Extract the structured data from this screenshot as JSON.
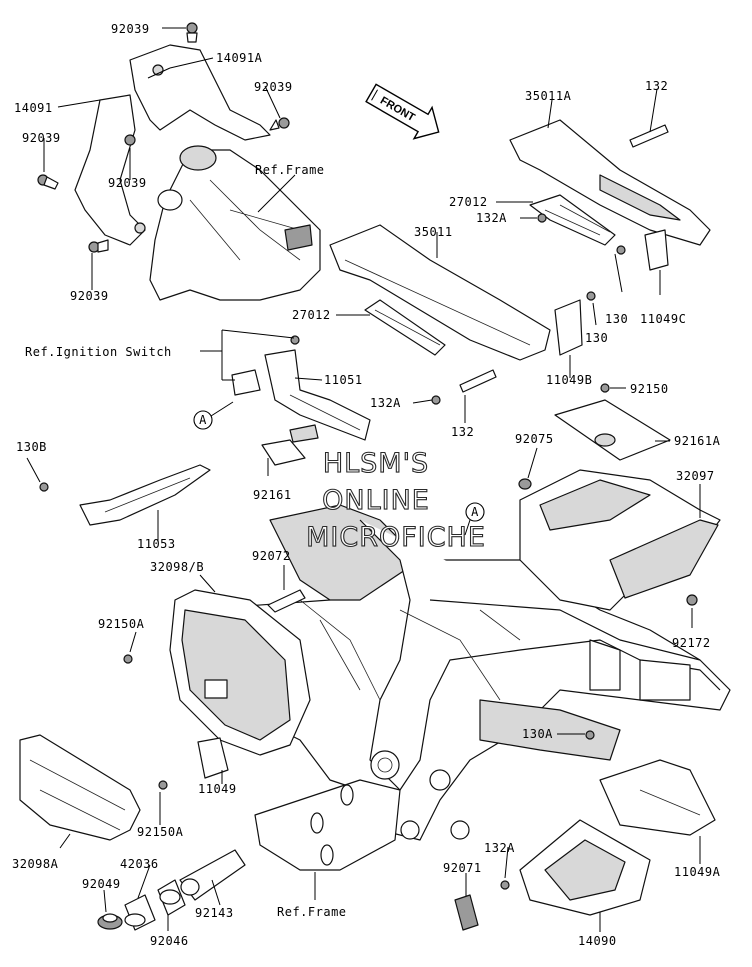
{
  "labels": {
    "l92039a": "92039",
    "l14091A": "14091A",
    "l14091": "14091",
    "l92039b": "92039",
    "l92039c": "92039",
    "l92039d": "92039",
    "l92039e": "92039",
    "refFrameTop": "Ref.Frame",
    "l35011A": "35011A",
    "l132a": "132",
    "l27012a": "27012",
    "l35011": "35011",
    "l132Aa": "132A",
    "l130a": "130",
    "l11049C": "11049C",
    "l27012b": "27012",
    "l130b": "130",
    "refIgnition": "Ref.Ignition Switch",
    "l11051": "11051",
    "l11049B": "11049B",
    "l92150": "92150",
    "l132Ab": "132A",
    "l132b": "132",
    "l92161A": "92161A",
    "l130B": "130B",
    "l92075": "92075",
    "l32097": "32097",
    "l92161": "92161",
    "l11053": "11053",
    "l32098B": "32098/B",
    "l92072": "92072",
    "l92150A": "92150A",
    "l92172": "92172",
    "l130A": "130A",
    "l11049": "11049",
    "l92150Ab": "92150A",
    "l132Ac": "132A",
    "l11049A": "11049A",
    "l32098A": "32098A",
    "l42036": "42036",
    "l92071": "92071",
    "l92049": "92049",
    "l92143": "92143",
    "refFrameBottom": "Ref.Frame",
    "l92046": "92046",
    "l14090": "14090",
    "markerA1": "A",
    "markerA2": "A"
  },
  "front_arrow": "FRONT",
  "watermark": {
    "line1": "HLSM'S",
    "line2": "ONLINE",
    "line3": "MICROFICHE"
  }
}
